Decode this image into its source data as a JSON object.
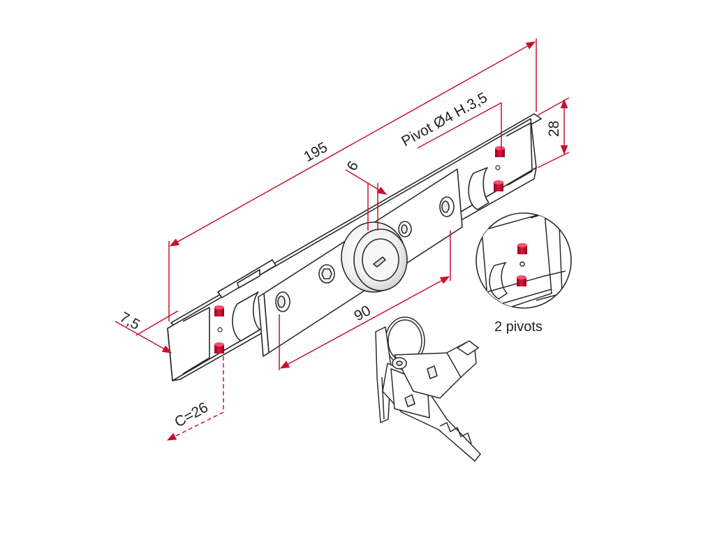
{
  "dimensions": {
    "overall_length": "195",
    "pivot_spec": "Pivot Ø4 H.3,5",
    "height": "28",
    "cylinder_offset": "6",
    "hole_spacing": "90",
    "edge_offset": "7,5",
    "centre_distance": "C=26"
  },
  "detail": {
    "caption": "2 pivots"
  },
  "colors": {
    "dimension_line": "#c8102e",
    "pivot": "#d0103a",
    "outline": "#2a2a2a"
  }
}
